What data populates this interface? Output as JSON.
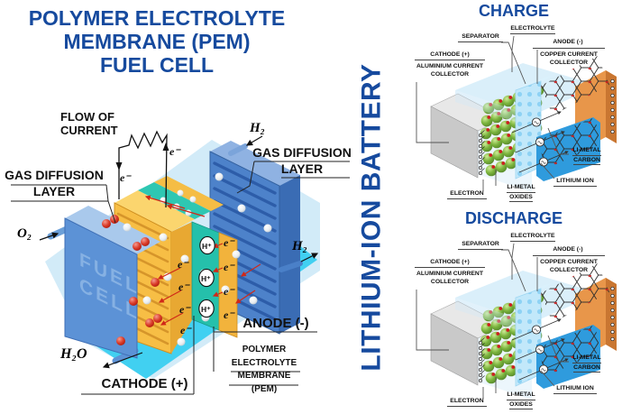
{
  "fuel_cell": {
    "title": "POLYMER ELECTROLYTE\nMEMBRANE (PEM)\nFUEL CELL",
    "flow_of_current": "FLOW OF\nCURRENT",
    "gas_diffusion_left": "GAS DIFFUSION\nLAYER",
    "gas_diffusion_right": "GAS DIFFUSION\nLAYER",
    "h2_top": "H₂",
    "h2_right": "H₂",
    "o2": "O₂",
    "h2o": "H₂O",
    "anode": "ANODE (-)",
    "cathode": "CATHODE (+)",
    "pem": "POLYMER\nELECTROLYTE\nMEMBRANE\n(PEM)",
    "electron_symbol": "e⁻",
    "proton_symbol": "H⁺",
    "block_word1": "FUEL",
    "block_word2": "CELL"
  },
  "battery": {
    "vertical_title": "LITHIUM-ION BATTERY",
    "charge_title": "CHARGE",
    "discharge_title": "DISCHARGE",
    "labels": {
      "separator": "SEPARATOR",
      "electrolyte": "ELECTROLYTE",
      "anode": "ANODE (-)",
      "copper": "COPPER CURRENT\nCOLLECTOR",
      "cathode": "CATHODE (+)",
      "aluminium": "ALUMINIUM CURRENT\nCOLLECTOR",
      "li_metal_carbon_1": "LI-METAL",
      "li_metal_carbon_2": "CARBON",
      "lithium_ion": "LITHIUM ION",
      "li_metal_oxides_1": "LI-METAL",
      "li_metal_oxides_2": "OXIDES",
      "electron": "ELECTRON"
    }
  },
  "colors": {
    "title_blue": "#164A9E",
    "label_black": "#111111",
    "teal_membrane": "#25C0AB",
    "yellow_gdl": "#F7BE45",
    "blue_gdl": "#4D82CA",
    "fuel_block_blue": "#5C92D6",
    "floor_cyan": "#41D0F1",
    "orange_collector": "#E8964A",
    "separator_blue": "#C2E8FA",
    "green_oxide": "#7CB53E",
    "red_dot": "#CC2020",
    "gray_collector": "#CBCBCB"
  }
}
